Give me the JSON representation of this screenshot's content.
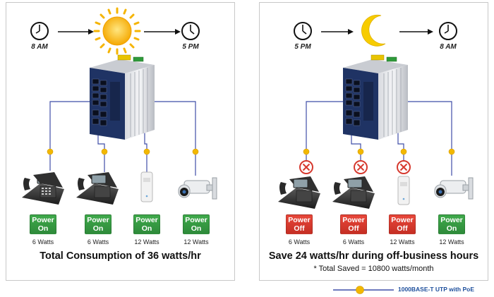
{
  "left_panel": {
    "start_time": "8 AM",
    "end_time": "5 PM",
    "devices": [
      {
        "name": "ip-phone",
        "status_line1": "Power",
        "status_line2": "On",
        "status": "on",
        "watts": "6 Watts"
      },
      {
        "name": "ip-phone",
        "status_line1": "Power",
        "status_line2": "On",
        "status": "on",
        "watts": "6 Watts"
      },
      {
        "name": "access-point",
        "status_line1": "Power",
        "status_line2": "On",
        "status": "on",
        "watts": "12 Watts"
      },
      {
        "name": "ip-camera",
        "status_line1": "Power",
        "status_line2": "On",
        "status": "on",
        "watts": "12 Watts"
      }
    ],
    "caption": "Total Consumption of 36 watts/hr"
  },
  "right_panel": {
    "start_time": "5 PM",
    "end_time": "8 AM",
    "devices": [
      {
        "name": "ip-phone",
        "status_line1": "Power",
        "status_line2": "Off",
        "status": "off",
        "watts": "6 Watts"
      },
      {
        "name": "ip-phone",
        "status_line1": "Power",
        "status_line2": "Off",
        "status": "off",
        "watts": "6 Watts"
      },
      {
        "name": "access-point",
        "status_line1": "Power",
        "status_line2": "Off",
        "status": "off",
        "watts": "12 Watts"
      },
      {
        "name": "ip-camera",
        "status_line1": "Power",
        "status_line2": "On",
        "status": "on",
        "watts": "12 Watts"
      }
    ],
    "caption": "Save 24 watts/hr during off-business hours",
    "subcaption": "* Total Saved = 10800 watts/month"
  },
  "legend": {
    "label": "1000BASE-T UTP with PoE",
    "badge": "PoE"
  },
  "icons": {
    "day": "sun-icon",
    "night": "moon-icon",
    "clock": "clock-icon",
    "disabled": "cross-circle-icon"
  },
  "colors": {
    "cable": "#3f4ea8",
    "poe_badge": "#f2b800",
    "power_on": "#2e8b3a",
    "power_off": "#c62f24",
    "switch_front": "#1f3364",
    "legend_text": "#1e4f9c"
  }
}
